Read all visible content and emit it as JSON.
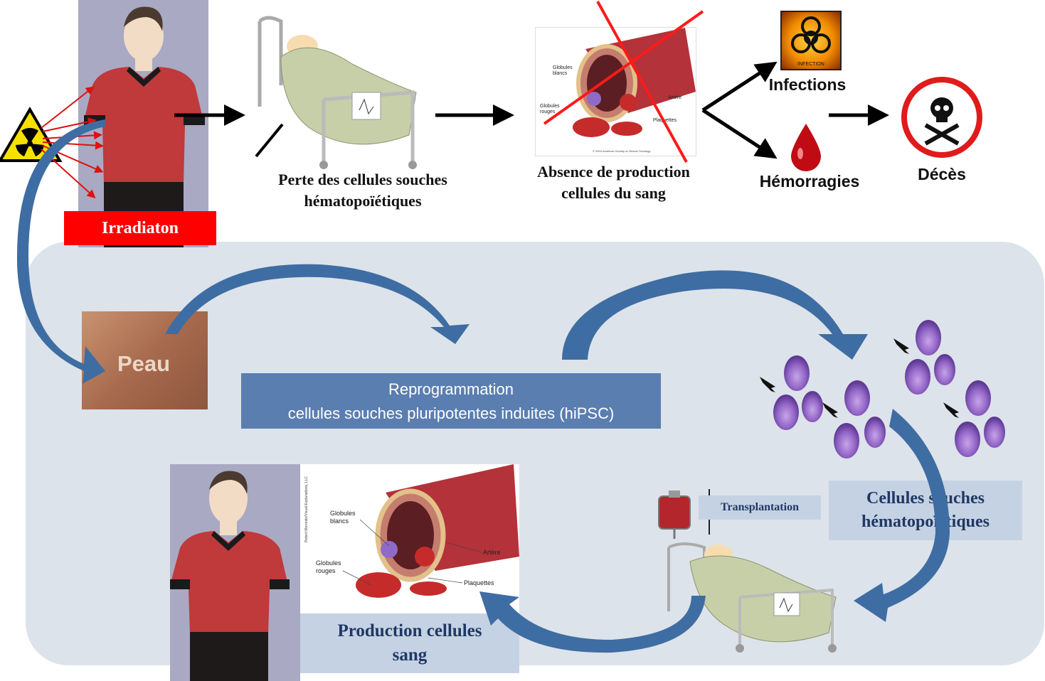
{
  "top_row": {
    "irradiation_label": "Irradiaton",
    "loss_caption": [
      "Perte des cellules souches",
      "hématopoïétiques"
    ],
    "absence_caption": [
      "Absence de production",
      "cellules du sang"
    ],
    "infections_label": "Infections",
    "hemorrhages_label": "Hémorragies",
    "death_label": "Décès",
    "infection_sign_text": "INFECTION"
  },
  "artery_labels": {
    "white_cells": [
      "Globules",
      "blancs"
    ],
    "red_cells": [
      "Globules",
      "rouges"
    ],
    "artery": "Artère",
    "platelets": "Plaquettes",
    "small_copyright": "© 2004 American Society of Clinical Oncology",
    "credit": "Robert Morreale/Visual Explanations, LLC"
  },
  "bottom_panel": {
    "skin_label": "Peau",
    "reprogramming_box": [
      "Reprogrammation",
      "cellules souches pluripotentes induites  (hiPSC)"
    ],
    "transplant_label": "Transplantation",
    "hsc_box": [
      "Cellules souches",
      "hématopoïétiques"
    ],
    "production_box": [
      "Production  cellules",
      "sang"
    ]
  },
  "colors": {
    "panel_bg": "#dde3ea",
    "arrow_blue": "#3e6da3",
    "red_label": "#ff0000",
    "box_blue": "#5b7eb1",
    "box_light": "#c5d2e3",
    "shirt_red": "#c0393b",
    "cell_purple": "#9a72c9"
  }
}
